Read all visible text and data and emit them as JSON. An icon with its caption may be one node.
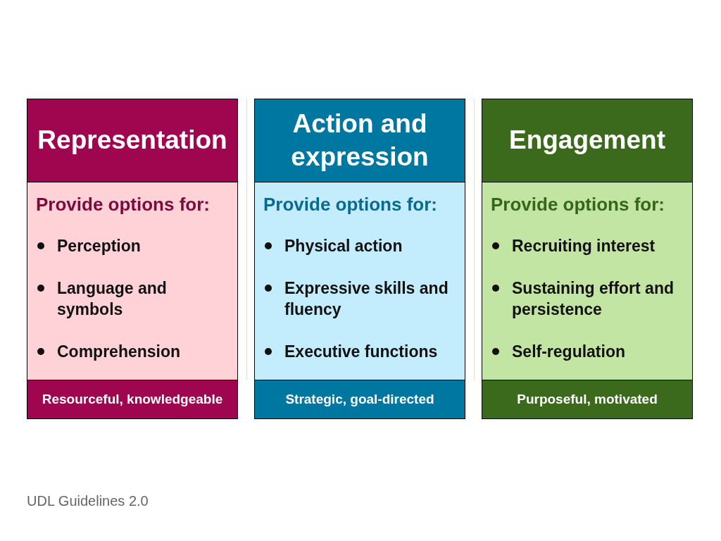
{
  "diagram": {
    "caption": "UDL Guidelines 2.0",
    "nodes": [
      {
        "text": [
          "Representation"
        ]
      },
      {
        "text": [
          "Provide options for:",
          "Perception",
          "Language and symbols",
          "Comprehension"
        ]
      },
      {
        "text": [
          "Resourceful, knowledgeable"
        ]
      },
      {
        "text": [
          "Action and expression"
        ]
      },
      {
        "text": [
          "Provide options for:",
          "Physical action",
          "Expressive skills and fluency",
          "Executive functions"
        ]
      },
      {
        "text": [
          "Strategic, goal-directed"
        ]
      },
      {
        "text": [
          "Engagement"
        ]
      },
      {
        "text": [
          "Provide options for:",
          "Recruiting interest",
          "Sustaining effort and persistence",
          "Self-regulation"
        ]
      },
      {
        "text": [
          "Purposeful, motivated"
        ]
      }
    ]
  }
}
